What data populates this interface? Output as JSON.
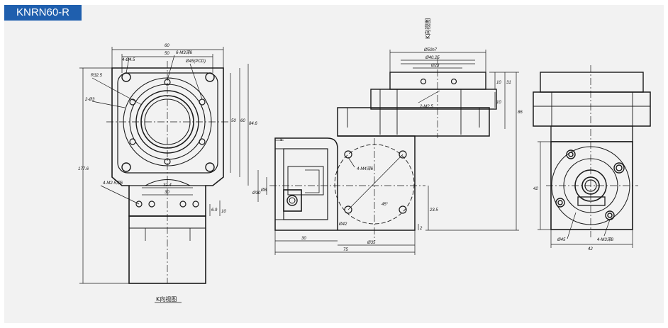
{
  "header": {
    "title": "KNRN60-R"
  },
  "captions": {
    "k_view_bottom": "K向视图",
    "k_view_top": "K向视图"
  },
  "front_view": {
    "d_60": "60",
    "d_50": "50",
    "d_4_45": "4-Ø4.5",
    "d_6_m3": "6-M3深6",
    "d_pcd": "Ø45(PCD)",
    "d_r325": "R32.5",
    "d_2_3": "2-Ø3",
    "d_50v": "50",
    "d_60v": "60",
    "d_846": "84.6",
    "d_1776": "177.6",
    "d_4_m25": "4-M2.5深6",
    "d_324": "32.4",
    "d_30": "30",
    "d_69": "6.9",
    "d_10": "10"
  },
  "side_view": {
    "d_5": "5",
    "d_50h7": "Ø50h7",
    "d_40": "Ø40.25",
    "d_28": "Ø28",
    "d_10a": "10",
    "d_31": "31",
    "d_10b": "10",
    "d_86": "86",
    "d_2_m25": "2-M2.5",
    "d_4_m4": "4-M4深6",
    "d_45deg": "45°",
    "d_shaft": "Ø30",
    "d_8": "Ø8",
    "d_235": "23.5",
    "d_42": "Ø42",
    "d_2": "2",
    "d_30": "30",
    "d_35": "Ø35",
    "d_75": "75"
  },
  "right_view": {
    "d_42v": "42",
    "d_45": "Ø45",
    "d_4_m3": "4-M3深8",
    "d_42h": "42"
  }
}
